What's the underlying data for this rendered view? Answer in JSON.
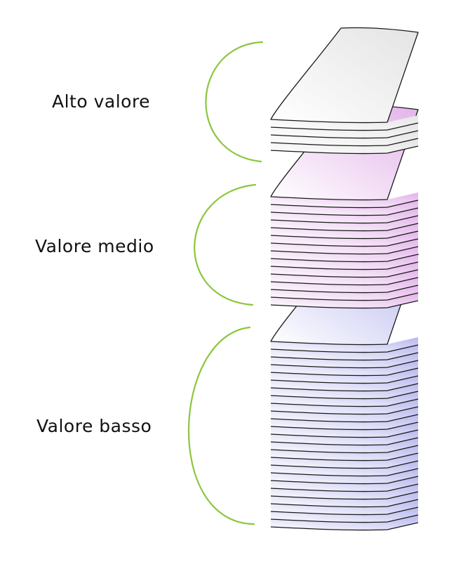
{
  "groups": [
    {
      "key": "high",
      "label": "Alto valore",
      "sheet_count": 5,
      "color": "#e4e4e4",
      "bracket_color": "#8cc63f"
    },
    {
      "key": "mid",
      "label": "Valore medio",
      "sheet_count": 15,
      "color": "#e3b3ea",
      "bracket_color": "#8cc63f"
    },
    {
      "key": "low",
      "label": "Valore basso",
      "sheet_count": 25,
      "color": "#b7b7ef",
      "bracket_color": "#8cc63f"
    }
  ]
}
